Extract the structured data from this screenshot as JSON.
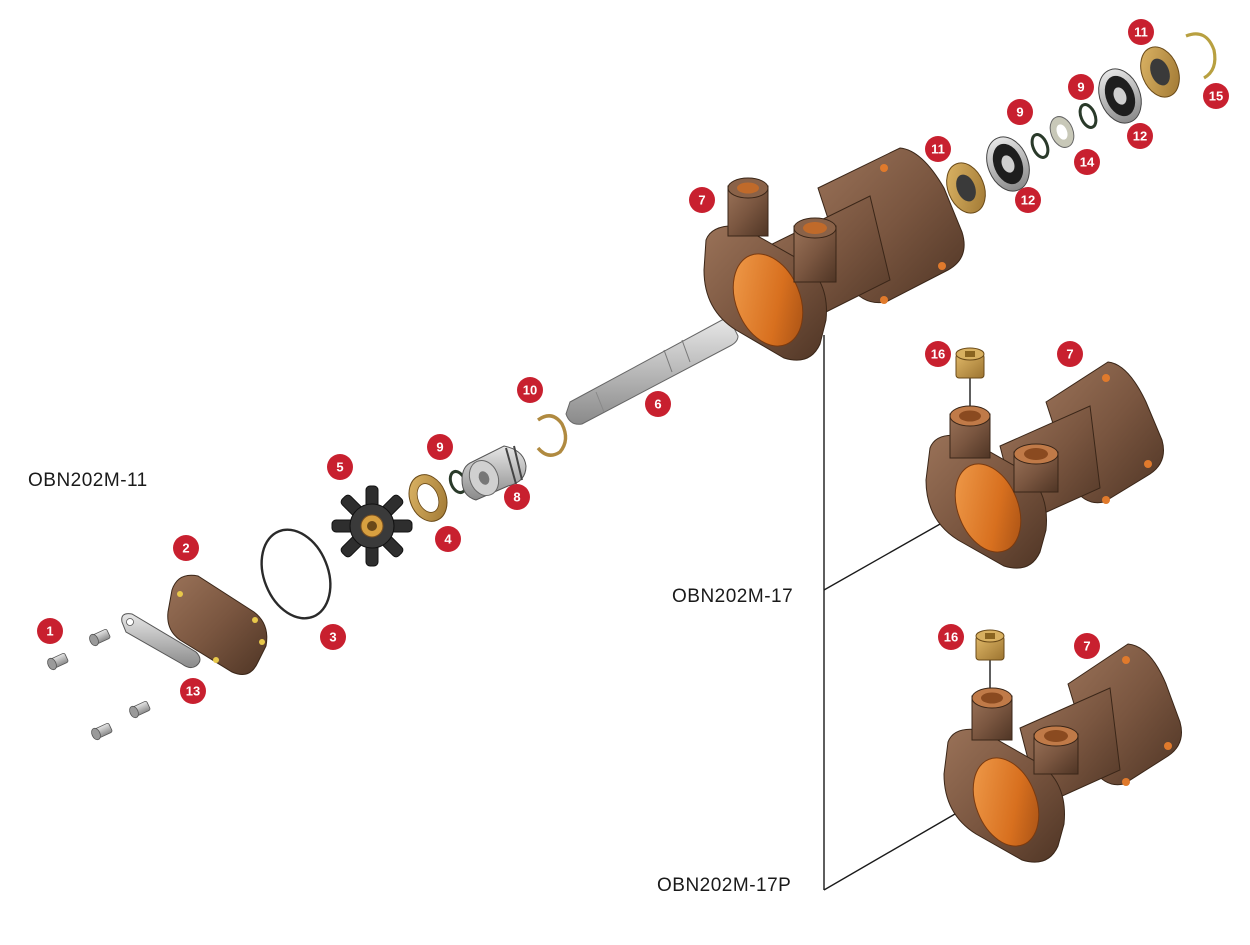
{
  "models": {
    "m11": "OBN202M-11",
    "m17": "OBN202M-17",
    "m17p": "OBN202M-17P"
  },
  "parts": [
    {
      "id": "p1",
      "num": "1",
      "name": "screw"
    },
    {
      "id": "p2",
      "num": "2",
      "name": "end cover"
    },
    {
      "id": "p3",
      "num": "3",
      "name": "o-ring"
    },
    {
      "id": "p4",
      "num": "4",
      "name": "wear plate ring"
    },
    {
      "id": "p5",
      "num": "5",
      "name": "impeller"
    },
    {
      "id": "p6",
      "num": "6",
      "name": "shaft"
    },
    {
      "id": "p7",
      "num": "7",
      "name": "pump body"
    },
    {
      "id": "p8",
      "num": "8",
      "name": "seal"
    },
    {
      "id": "p9",
      "num": "9",
      "name": "o-ring small"
    },
    {
      "id": "p10",
      "num": "10",
      "name": "circlip"
    },
    {
      "id": "p11",
      "num": "11",
      "name": "lip seal"
    },
    {
      "id": "p12",
      "num": "12",
      "name": "bearing"
    },
    {
      "id": "p13",
      "num": "13",
      "name": "cam"
    },
    {
      "id": "p14",
      "num": "14",
      "name": "washer"
    },
    {
      "id": "p15",
      "num": "15",
      "name": "retaining ring"
    },
    {
      "id": "p16",
      "num": "16",
      "name": "plug"
    }
  ],
  "colors": {
    "callout": "#c8202f",
    "body": "#7a5640",
    "body_dark": "#5a3c2a",
    "copper": "#e07a2c",
    "brass": "#c89a4a",
    "steel": "#bcbcbc",
    "rubber": "#2a2a2a"
  }
}
